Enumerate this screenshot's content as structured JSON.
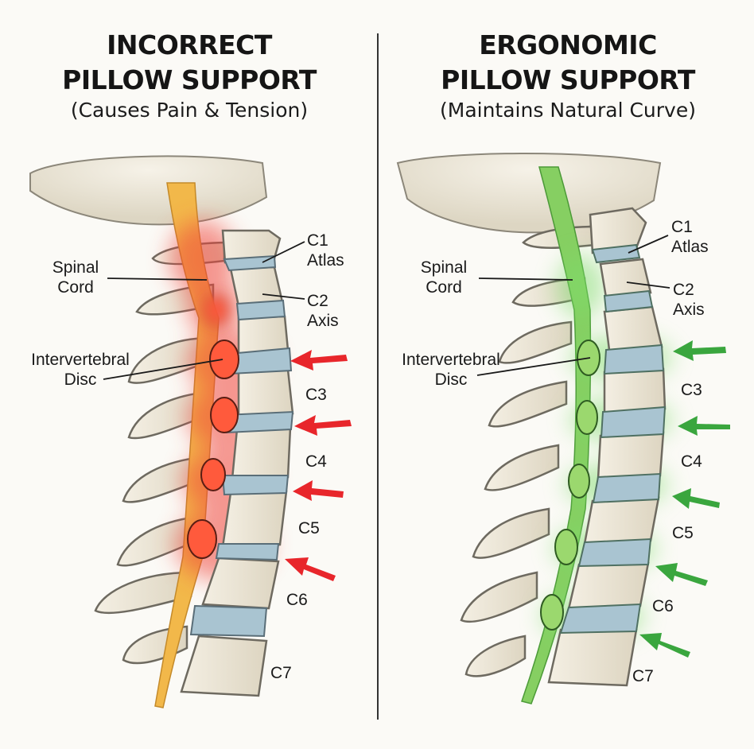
{
  "colors": {
    "background": "#fbfaf6",
    "bone": "#ece6d6",
    "bone_outline": "#6e6a60",
    "disc": "#a9c4d1",
    "incorrect_cord": "#f2b84a",
    "incorrect_glow": "#f0443a",
    "incorrect_arrow": "#e8262b",
    "ergonomic_cord": "#86cf62",
    "ergonomic_glow": "#7ddc6a",
    "ergonomic_arrow": "#3aa63e",
    "divider": "#333333"
  },
  "left_panel": {
    "title_line1": "INCORRECT",
    "title_line2": "PILLOW SUPPORT",
    "subtitle": "(Causes Pain & Tension)",
    "labels": {
      "spinal_cord_1": "Spinal",
      "spinal_cord_2": "Cord",
      "c1": "C1",
      "atlas": "Atlas",
      "c2": "C2",
      "axis": "Axis",
      "disc_1": "Intervertebral",
      "disc_2": "Disc",
      "c3": "C3",
      "c4": "C4",
      "c5": "C5",
      "c6": "C6",
      "c7": "C7"
    }
  },
  "right_panel": {
    "title_line1": "ERGONOMIC",
    "title_line2": "PILLOW SUPPORT",
    "subtitle": "(Maintains Natural Curve)",
    "labels": {
      "spinal_cord_1": "Spinal",
      "spinal_cord_2": "Cord",
      "c1": "C1",
      "atlas": "Atlas",
      "c2": "C2",
      "axis": "Axis",
      "disc_1": "Intervertebral",
      "disc_2": "Disc",
      "c3": "C3",
      "c4": "C4",
      "c5": "C5",
      "c6": "C6",
      "c7": "C7"
    }
  }
}
